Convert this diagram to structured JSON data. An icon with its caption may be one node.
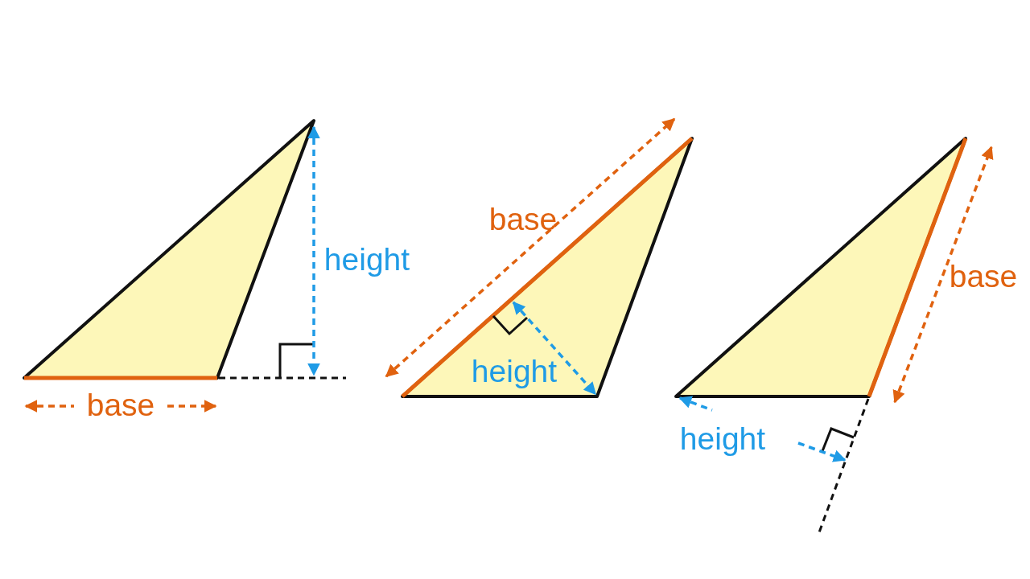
{
  "diagram": {
    "labels": [
      "height",
      "base",
      "base",
      "height",
      "base",
      "height"
    ]
  }
}
